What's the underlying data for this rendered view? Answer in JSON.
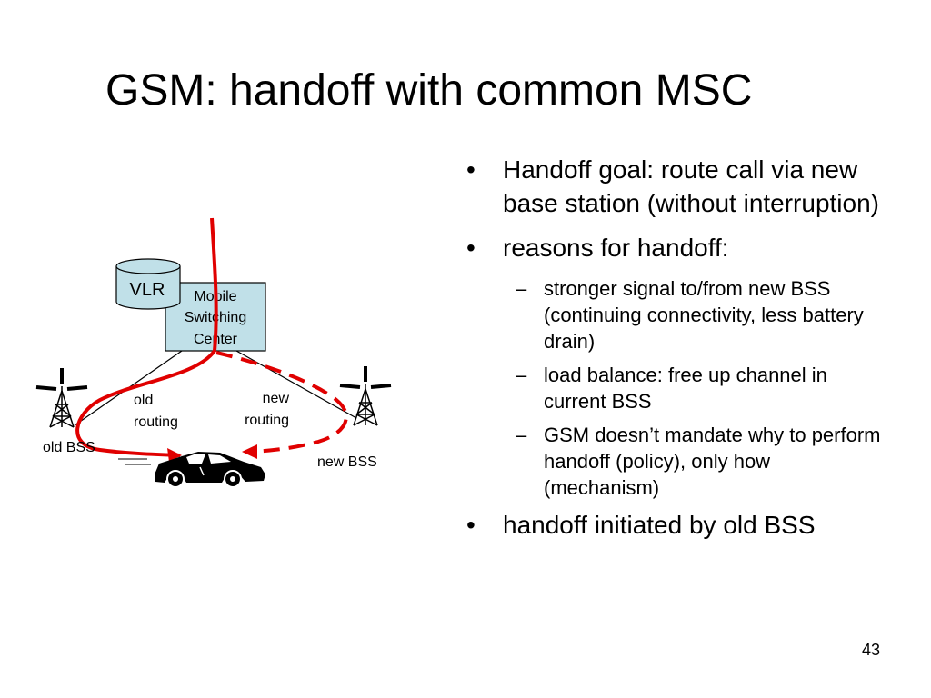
{
  "slide": {
    "title": "GSM: handoff with common MSC",
    "page_number": "43"
  },
  "diagram": {
    "vlr_label": "VLR",
    "msc_label_lines": [
      "Mobile",
      "Switching",
      "Center"
    ],
    "old_routing_lines": [
      "old",
      "routing"
    ],
    "new_routing_lines": [
      "new",
      "routing"
    ],
    "old_bss_label": "old BSS",
    "new_bss_label": "new BSS",
    "colors": {
      "msc_fill": "#c0e0e8",
      "vlr_fill": "#c0e0e8",
      "route": "#e00000",
      "line": "#000000"
    }
  },
  "bullets": [
    {
      "text": "Handoff goal: route call via new base station (without interruption)"
    },
    {
      "text": "reasons for handoff:",
      "sub": [
        "stronger signal to/from new BSS (continuing connectivity, less battery drain)",
        "load balance: free up channel in current BSS",
        "GSM doesn’t mandate why to perform handoff (policy), only how (mechanism)"
      ]
    },
    {
      "text": "handoff initiated by old BSS"
    }
  ]
}
